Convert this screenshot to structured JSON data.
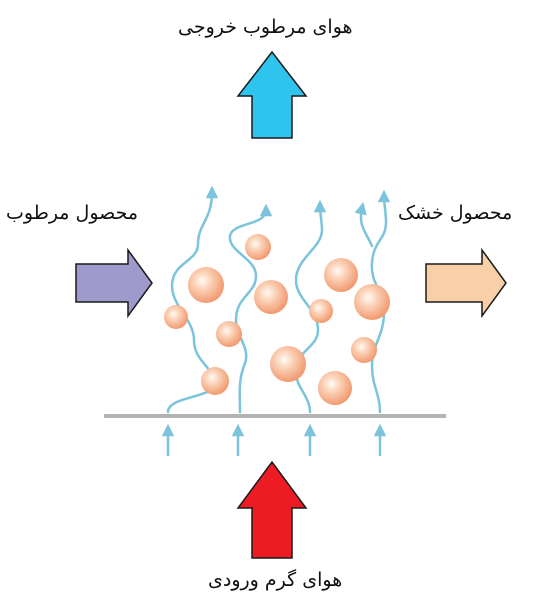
{
  "labels": {
    "outlet_air": "هوای مرطوب خروجی",
    "wet_product": "محصول مرطوب",
    "dry_product": "محصول خشک",
    "inlet_air": "هوای گرم ورودی"
  },
  "colors": {
    "outlet_arrow": "#2ec4ee",
    "wet_product_arrow": "#9e9acc",
    "dry_product_arrow": "#f9cfa7",
    "inlet_arrow": "#ed1c24",
    "air_stream": "#7cc3dc",
    "particle": "#f6a583",
    "bed_line": "#b3b3b3"
  }
}
